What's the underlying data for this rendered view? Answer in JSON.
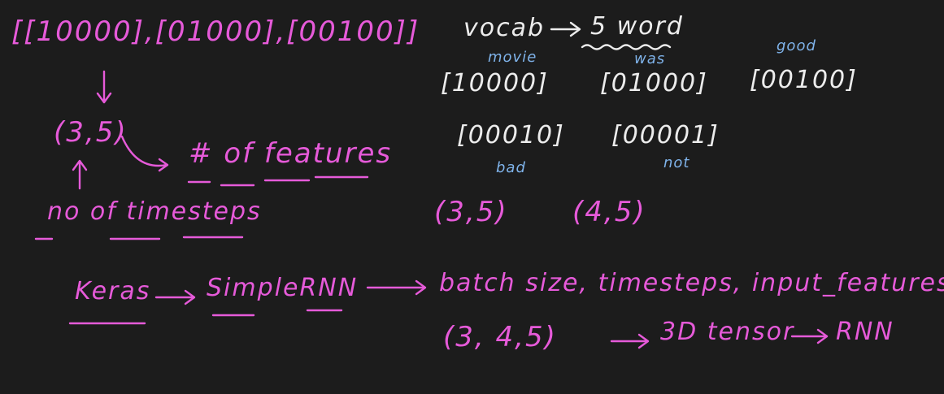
{
  "colors": {
    "background": "#1c1c1c",
    "pink_ink": "#e65ad9",
    "white_ink": "#ececec",
    "blue_ink": "#7fb3ea"
  },
  "left": {
    "encoded_sentence": "[[10000],[01000],[00100]]",
    "shape": "(3,5)",
    "features_label": "# of features",
    "timesteps_label": "no of timesteps"
  },
  "vocab": {
    "label": "vocab",
    "value": "5 word"
  },
  "words": [
    {
      "word": "movie",
      "vector": "[10000]"
    },
    {
      "word": "was",
      "vector": "[01000]"
    },
    {
      "word": "good",
      "vector": "[00100]"
    },
    {
      "word": "bad",
      "vector": "[00010]"
    },
    {
      "word": "not",
      "vector": "[00001]"
    }
  ],
  "shapes": [
    "(3,5)",
    "(4,5)"
  ],
  "keras": {
    "library": "Keras",
    "layer": "SimpleRNN",
    "params": "batch size, timesteps, input_features",
    "example_shape": "(3, 4,5)",
    "tensor_label": "3D tensor",
    "target": "RNN"
  }
}
